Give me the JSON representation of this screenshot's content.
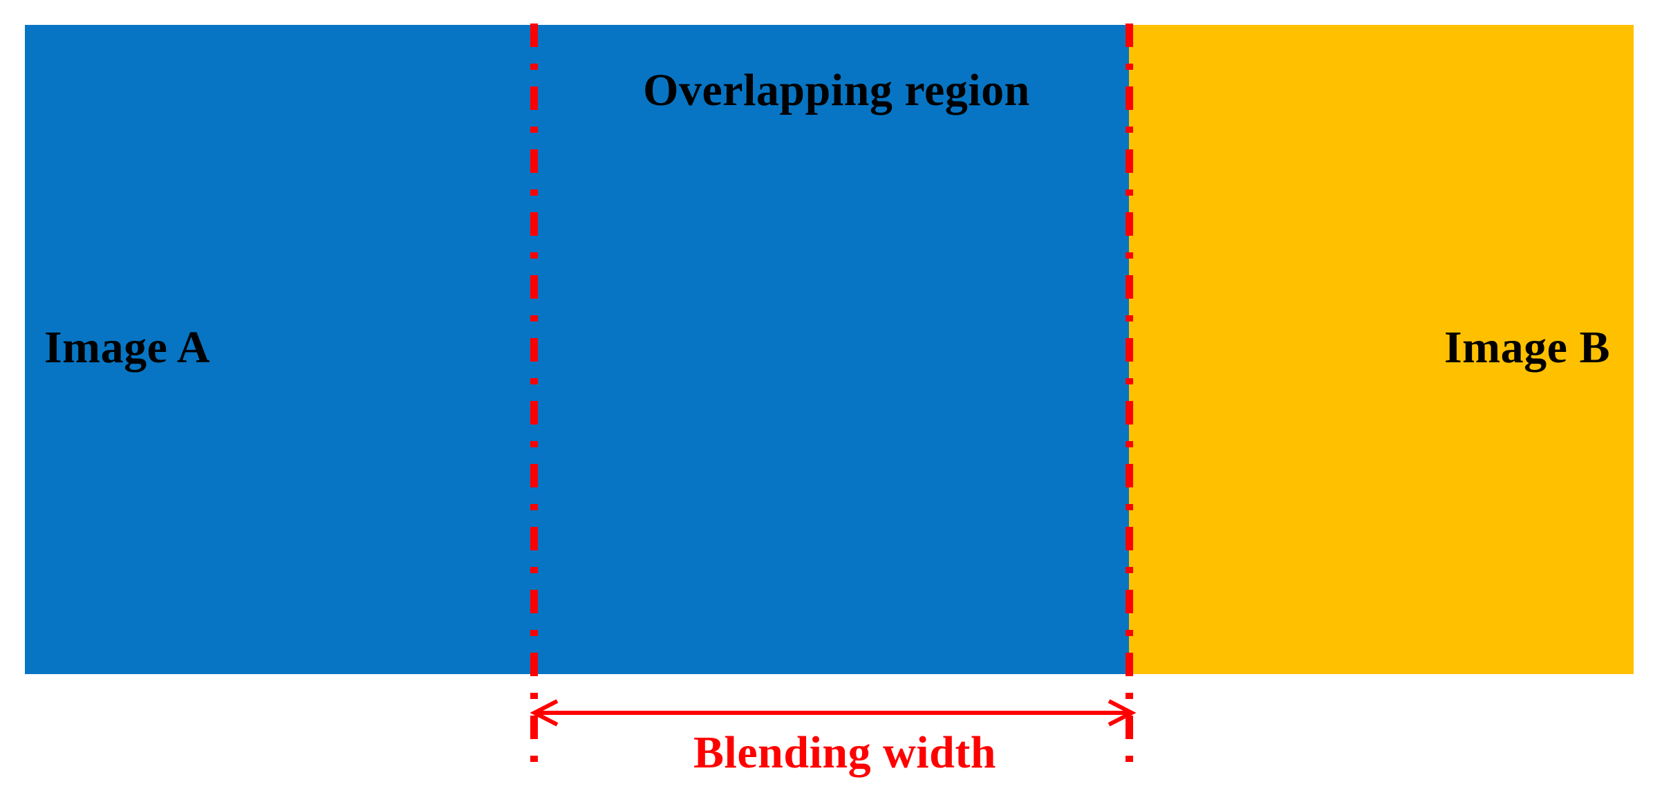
{
  "figure": {
    "title": "Image blending overlap diagram",
    "background_color": "#FFFFFF"
  },
  "panels": [
    {
      "name": "image-a",
      "label": "Image A",
      "fill_color": "#0775C3",
      "label_color": "#000000"
    },
    {
      "name": "image-b",
      "label": "Image B",
      "fill_color": "#FFC000",
      "label_color": "#000000"
    }
  ],
  "annotations": {
    "overlapping_region_label": "Overlapping region",
    "overlapping_region_label_color": "#000000",
    "blending_width_label": "Blending width",
    "blending_width_label_color": "#FF0000",
    "boundary_line_color": "#FF0000",
    "boundary_line_style": "dash-dot",
    "arrow_color": "#FF0000",
    "arrow_style": "double-headed"
  },
  "icons": {
    "boundary_left": "vertical-dash-dot-line-icon",
    "boundary_right": "vertical-dash-dot-line-icon",
    "dimension_arrow": "double-arrow-icon"
  }
}
